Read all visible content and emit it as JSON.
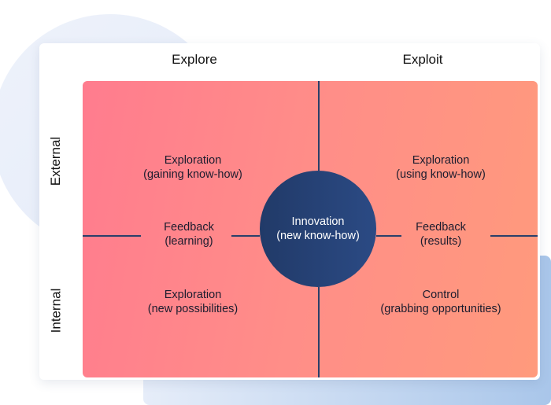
{
  "columns": {
    "left": "Explore",
    "right": "Exploit"
  },
  "rows": {
    "top": "External",
    "bottom": "Internal"
  },
  "center": {
    "line1": "Innovation",
    "line2": "(new know-how)"
  },
  "cells": {
    "top_left": {
      "line1": "Exploration",
      "line2": "(gaining know-how)"
    },
    "top_right": {
      "line1": "Exploration",
      "line2": "(using know-how)"
    },
    "mid_left": {
      "line1": "Feedback",
      "line2": "(learning)"
    },
    "mid_right": {
      "line1": "Feedback",
      "line2": "(results)"
    },
    "bottom_left": {
      "line1": "Exploration",
      "line2": "(new possibilities)"
    },
    "bottom_right": {
      "line1": "Control",
      "line2": "(grabbing opportunities)"
    }
  },
  "colors": {
    "quadrant_start": "#ff7c8e",
    "quadrant_end": "#ff9a7c",
    "circle": "#213a68",
    "lines": "#2a3f6a"
  }
}
